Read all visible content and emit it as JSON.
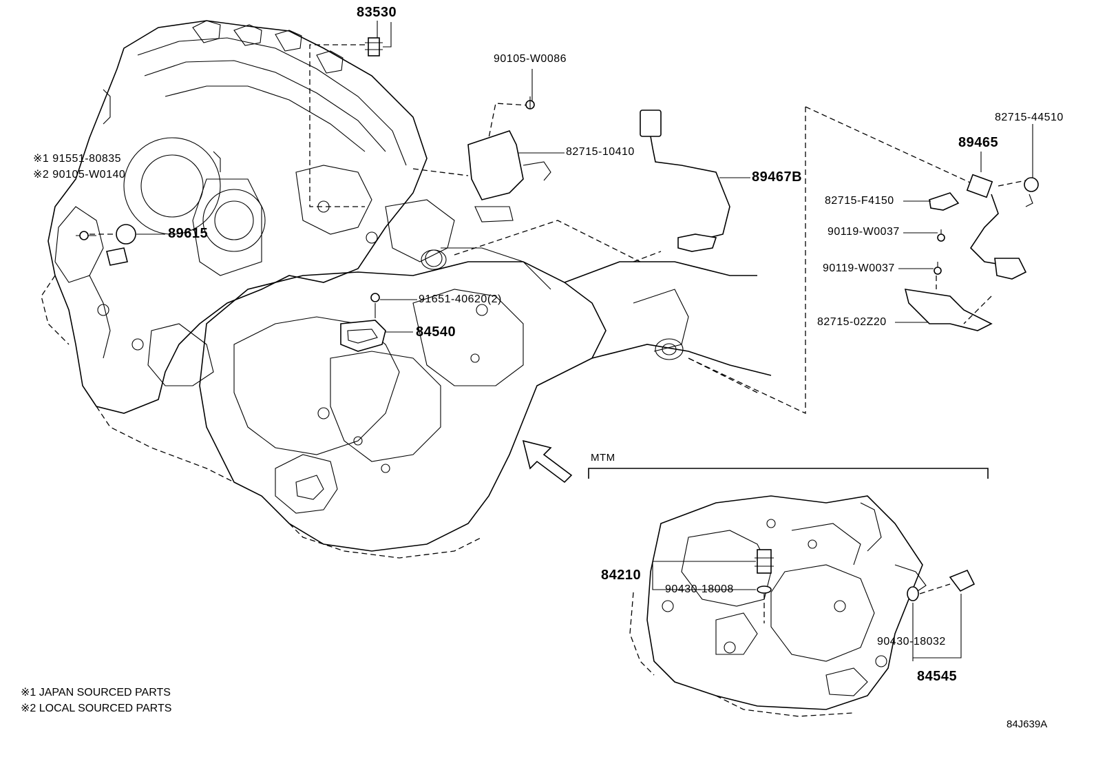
{
  "diagram": {
    "figure_code": "84J639A",
    "section_label": "MTM",
    "notes": [
      "※1 JAPAN SOURCED PARTS",
      "※2 LOCAL SOURCED PARTS"
    ],
    "part_numbers": {
      "p83530": "83530",
      "p90105_w0086": "90105-W0086",
      "p82715_10410": "82715-10410",
      "p89467b": "89467B",
      "p82715_44510": "82715-44510",
      "p89465": "89465",
      "p82715_f4150": "82715-F4150",
      "p90119_w0037_a": "90119-W0037",
      "p90119_w0037_b": "90119-W0037",
      "p82715_02z20": "82715-02Z20",
      "p91551_80835": "※1 91551-80835",
      "p90105_w0140": "※2 90105-W0140",
      "p89615": "89615",
      "p91651_40620": "91651-40620(2)",
      "p84540": "84540",
      "p84210": "84210",
      "p90430_18008": "90430-18008",
      "p90430_18032": "90430-18032",
      "p84545": "84545"
    }
  }
}
